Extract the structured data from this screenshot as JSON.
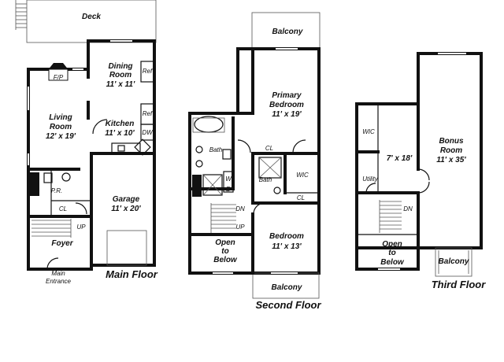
{
  "main_floor": {
    "title": "Main Floor",
    "deck": "Deck",
    "fireplace": "F/P",
    "dining": {
      "name": "Dining",
      "name2": "Room",
      "dims": "11' x 11'"
    },
    "ref_top": "Ref",
    "ref_bottom": "Ref",
    "dw": "DW",
    "living": {
      "name": "Living",
      "name2": "Room",
      "dims": "12' x 19'"
    },
    "kitchen": {
      "name": "Kitchen",
      "dims": "11' x 10'"
    },
    "pr": "P.R.",
    "cl": "CL",
    "garage": {
      "name": "Garage",
      "dims": "11' x 20'"
    },
    "up": "UP",
    "foyer": "Foyer",
    "entrance1": "Main",
    "entrance2": "Entrance"
  },
  "second_floor": {
    "title": "Second Floor",
    "balcony_top": "Balcony",
    "primary": {
      "name": "Primary",
      "name2": "Bedroom",
      "dims": "11' x 19'"
    },
    "bath_left": "Bath",
    "cl_top": "CL",
    "bath_center": "Bath",
    "wic": "WIC",
    "w": "W",
    "d": "D",
    "cl_bottom": "CL",
    "dn": "DN",
    "up": "UP",
    "open1": "Open",
    "open2": "to",
    "open3": "Below",
    "bedroom": {
      "name": "Bedroom",
      "dims": "11' x 13'"
    },
    "balcony_bottom": "Balcony"
  },
  "third_floor": {
    "title": "Third Floor",
    "wic": "WIC",
    "room_dims": "7' x 18'",
    "utility": "Utility",
    "bonus": {
      "name": "Bonus",
      "name2": "Room",
      "dims": "11' x 35'"
    },
    "dn": "DN",
    "open1": "Open",
    "open2": "to",
    "open3": "Below",
    "balcony": "Balcony"
  }
}
